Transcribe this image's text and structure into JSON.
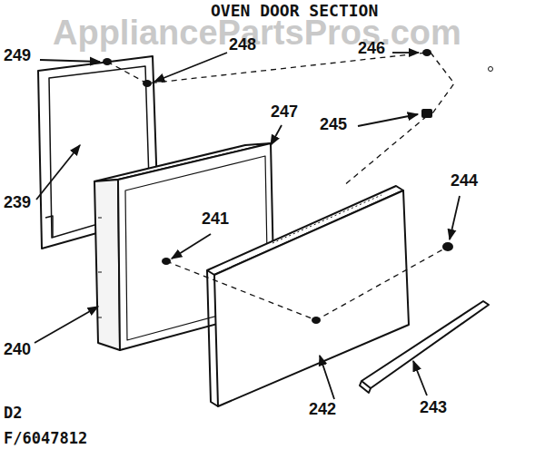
{
  "diagram": {
    "title": "OVEN DOOR SECTION",
    "labels": [
      "AppliancePartsPros.com",
      "249",
      "248",
      "246",
      "247",
      "245",
      "239",
      "241",
      "244",
      "240",
      "243",
      "242",
      "D2",
      "F/6047812"
    ]
  }
}
